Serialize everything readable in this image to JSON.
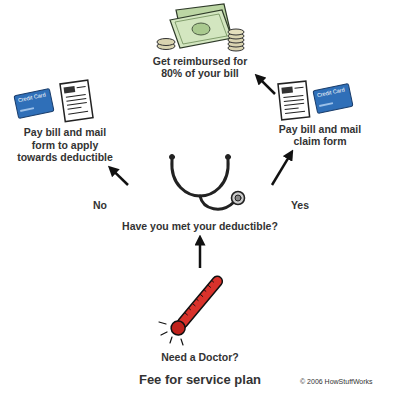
{
  "diagram": {
    "caption": "Fee for service plan",
    "nodes": [
      {
        "text": [
          "Get reimbursed for 80% of your bill"
        ]
      },
      {
        "text": [
          "Pay bill and mail form to apply towards deductible"
        ]
      },
      {
        "text": [
          "Pay bill and mail claim form"
        ]
      },
      {
        "text": [
          "Have you met your deductible?"
        ]
      },
      {
        "text": [
          "Need a Doctor?"
        ]
      }
    ],
    "edges": [
      {
        "from": 4,
        "to": 3,
        "arrow": "to"
      },
      {
        "from": 3,
        "to": 1,
        "label": "No",
        "arrow": "to"
      },
      {
        "from": 3,
        "to": 2,
        "label": "Yes",
        "arrow": "to"
      },
      {
        "from": 2,
        "to": 0,
        "arrow": "to"
      }
    ],
    "labels": [
      "Credit Card",
      "Credit Card",
      "© 2006 HowStuffWorks"
    ]
  }
}
